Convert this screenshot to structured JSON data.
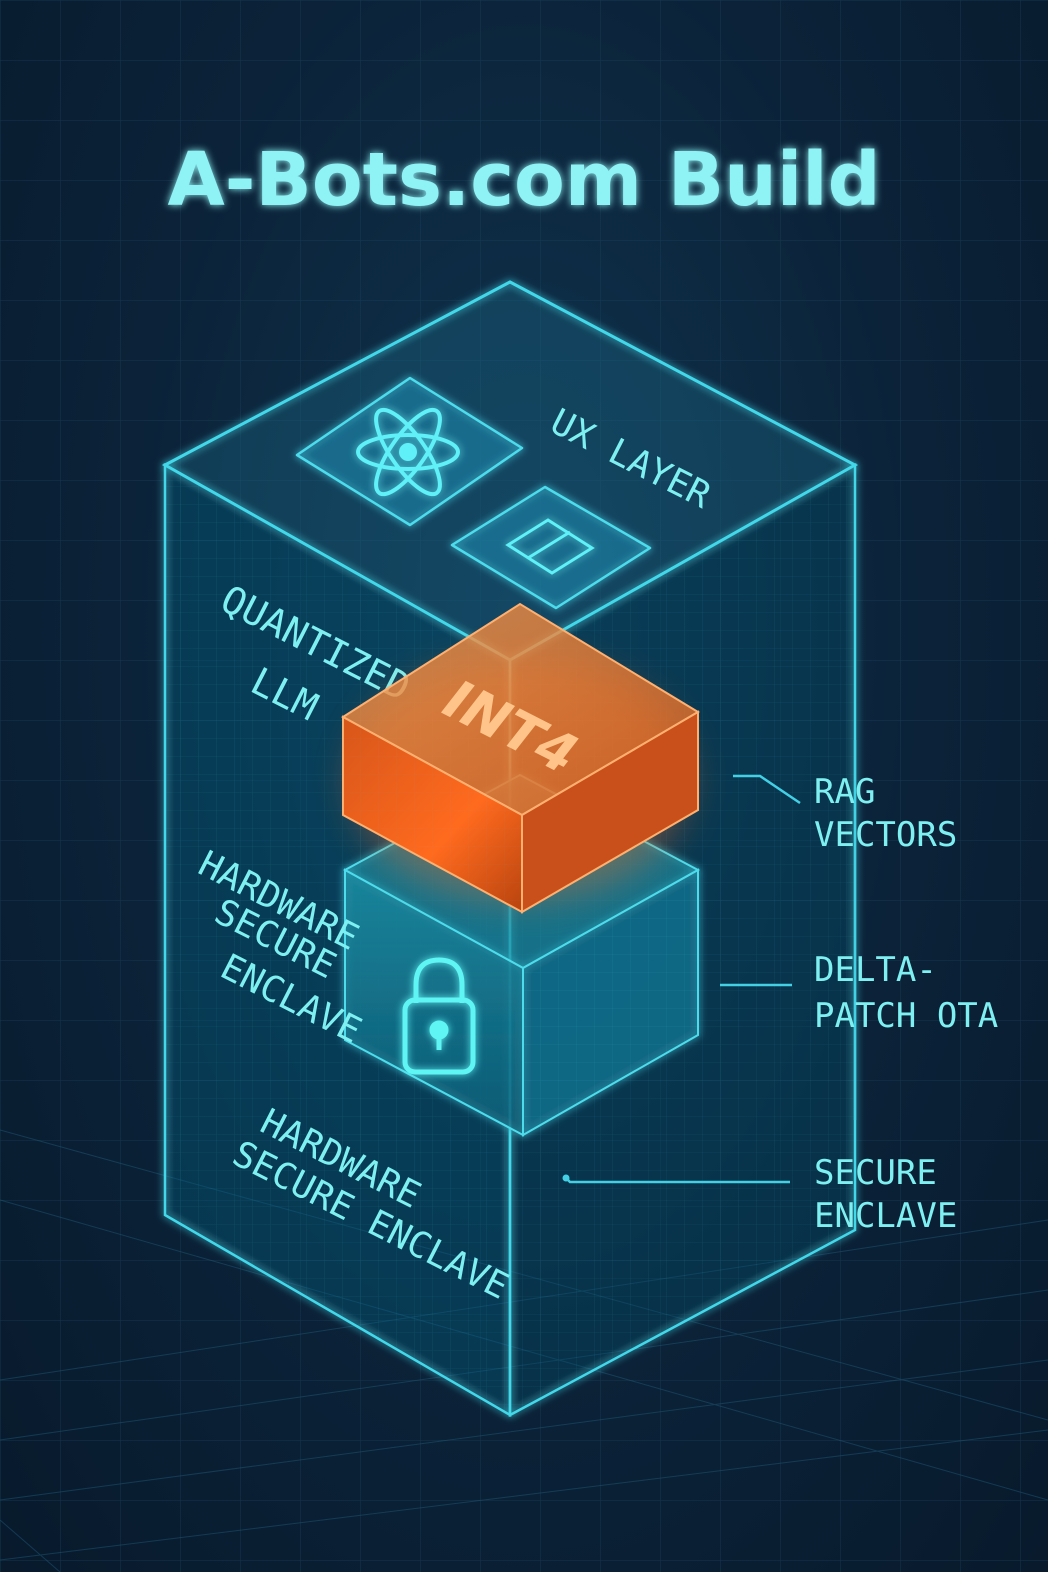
{
  "title": "A-Bots.com Build",
  "layers": {
    "ux": "UX LAYER",
    "llm_line1": "QUANTIZED",
    "llm_line2": "LLM",
    "chip": "INT4",
    "enclave_line1": "HARDWARE",
    "enclave_line2": "SECURE",
    "enclave_line3": "ENCLAVE",
    "base_line1": "HARDWARE",
    "base_line2": "SECURE ENCLAVE"
  },
  "callouts": {
    "rag_line1": "RAG",
    "rag_line2": "VECTORS",
    "ota_line1": "DELTA-",
    "ota_line2": "PATCH OTA",
    "secure_line1": "SECURE",
    "secure_line2": "ENCLAVE"
  },
  "icons": {
    "ux_primary": "react-atom-icon",
    "ux_secondary": "window-icon",
    "enclave": "padlock-icon"
  },
  "colors": {
    "background": "#0b2238",
    "grid": "#1c4a66",
    "glow": "#41d6e6",
    "label": "#7ff0f2",
    "accent": "#ff7a2e"
  }
}
